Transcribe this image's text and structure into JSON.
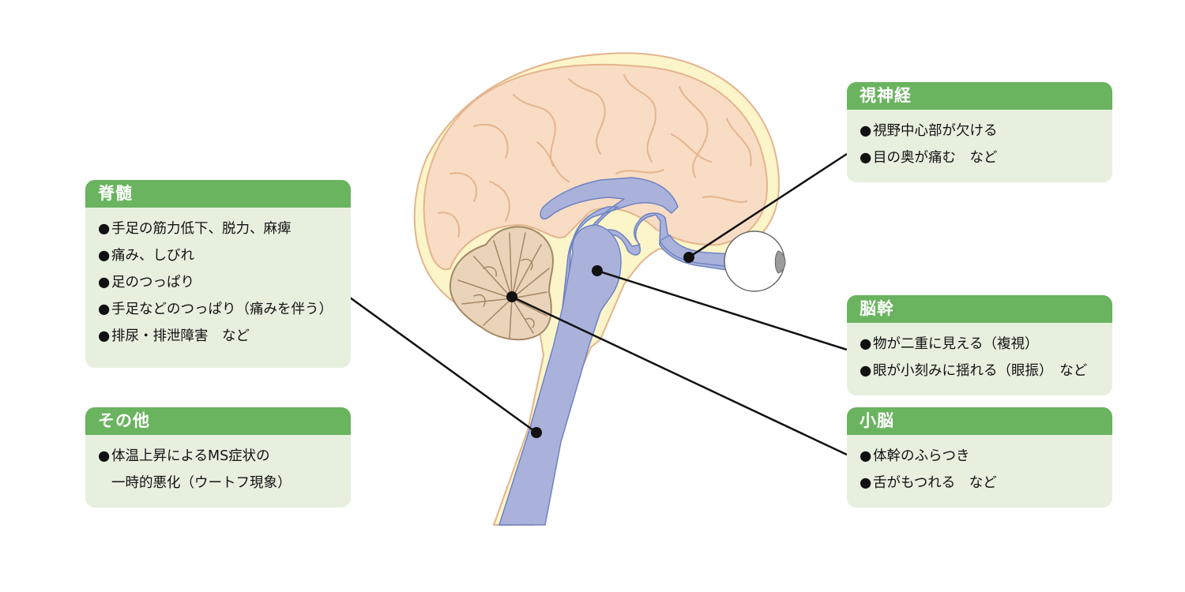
{
  "colors": {
    "header_green": "#6ab35f",
    "card_bg": "#e7f0df",
    "cerebrum": "#f9dcc4",
    "cerebrum_outline": "#e4b48e",
    "meninges": "#fcf5c9",
    "ventricle": "#aab2dc",
    "ventricle_outline": "#6d83c2",
    "cerebellum": "#ead4b9",
    "cerebellum_outline": "#a38766",
    "line": "#111111"
  },
  "bullet": "●",
  "cards": {
    "spinal_cord": {
      "title": "脊髄",
      "items": [
        "手足の筋力低下、脱力、麻痺",
        "痛み、しびれ",
        "足のつっぱり",
        "手足などのつっぱり（痛みを伴う）",
        "排尿・排泄障害　など"
      ]
    },
    "other": {
      "title": "その他",
      "items": [
        "体温上昇によるMS症状の"
      ],
      "continuation": "一時的悪化（ウートフ現象）"
    },
    "optic_nerve": {
      "title": "視神経",
      "items": [
        "視野中心部が欠ける",
        "目の奥が痛む　など"
      ]
    },
    "brainstem": {
      "title": "脳幹",
      "items": [
        "物が二重に見える（複視）",
        "眼が小刻みに揺れる（眼振）　など"
      ]
    },
    "cerebellum": {
      "title": "小脳",
      "items": [
        "体幹のふらつき",
        "舌がもつれる　など"
      ]
    }
  }
}
